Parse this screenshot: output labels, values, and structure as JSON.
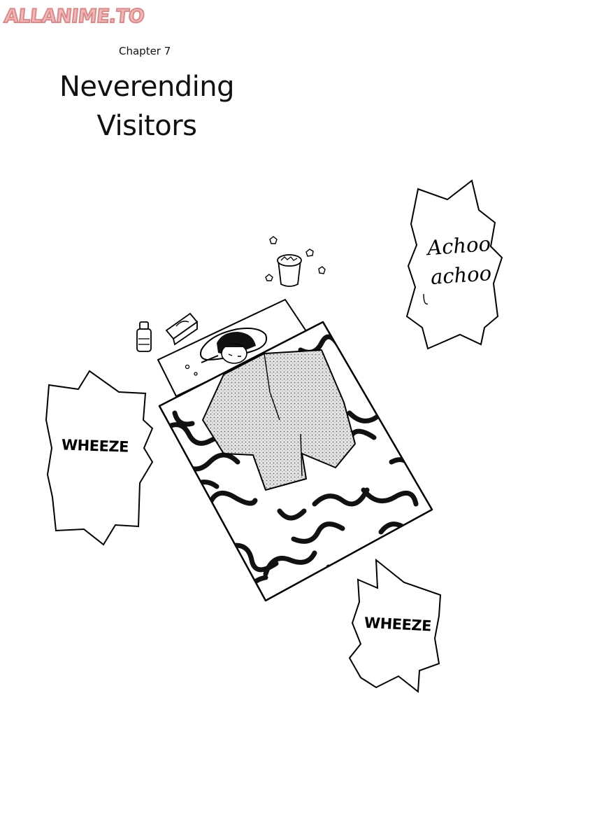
{
  "watermark": "ALLANIME.TO",
  "chapter": {
    "label": "Chapter 7",
    "title_line1": "Neverending",
    "title_line2": "Visitors"
  },
  "sound_effects": {
    "achoo_line1": "Achoo",
    "achoo_line2": "achoo",
    "wheeze_left": "WHEEZE",
    "wheeze_bottom": "WHEEZE"
  }
}
